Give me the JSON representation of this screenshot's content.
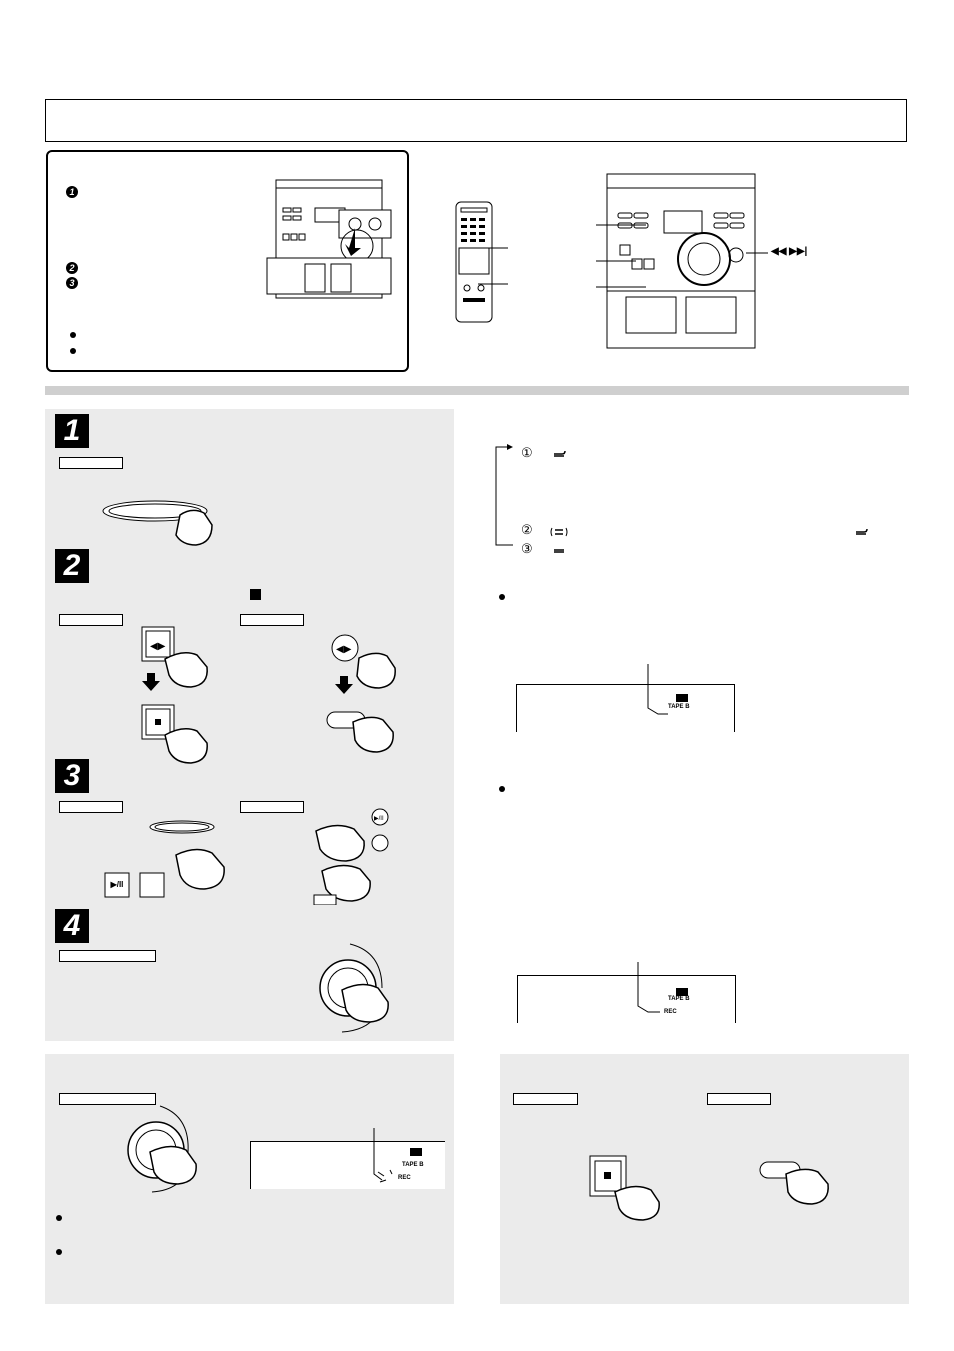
{
  "prep": {
    "steps": [
      "1",
      "2",
      "3"
    ]
  },
  "device_labels": {
    "skip_keys": "◀◀  ▶▶|"
  },
  "steps": [
    {
      "num": "1"
    },
    {
      "num": "2"
    },
    {
      "num": "3"
    },
    {
      "num": "4"
    }
  ],
  "circled": [
    "①",
    "②",
    "③"
  ],
  "display_a": {
    "tape": "TAPE B"
  },
  "display_b": {
    "tape": "TAPE B",
    "rec": "REC"
  },
  "display_c": {
    "tape": "TAPE B",
    "rec": "REC"
  },
  "buttons": {
    "play_pause": "▶/II",
    "stop": "■"
  },
  "colors": {
    "panel": "#ebebeb",
    "rule": "#cfcfcf"
  }
}
